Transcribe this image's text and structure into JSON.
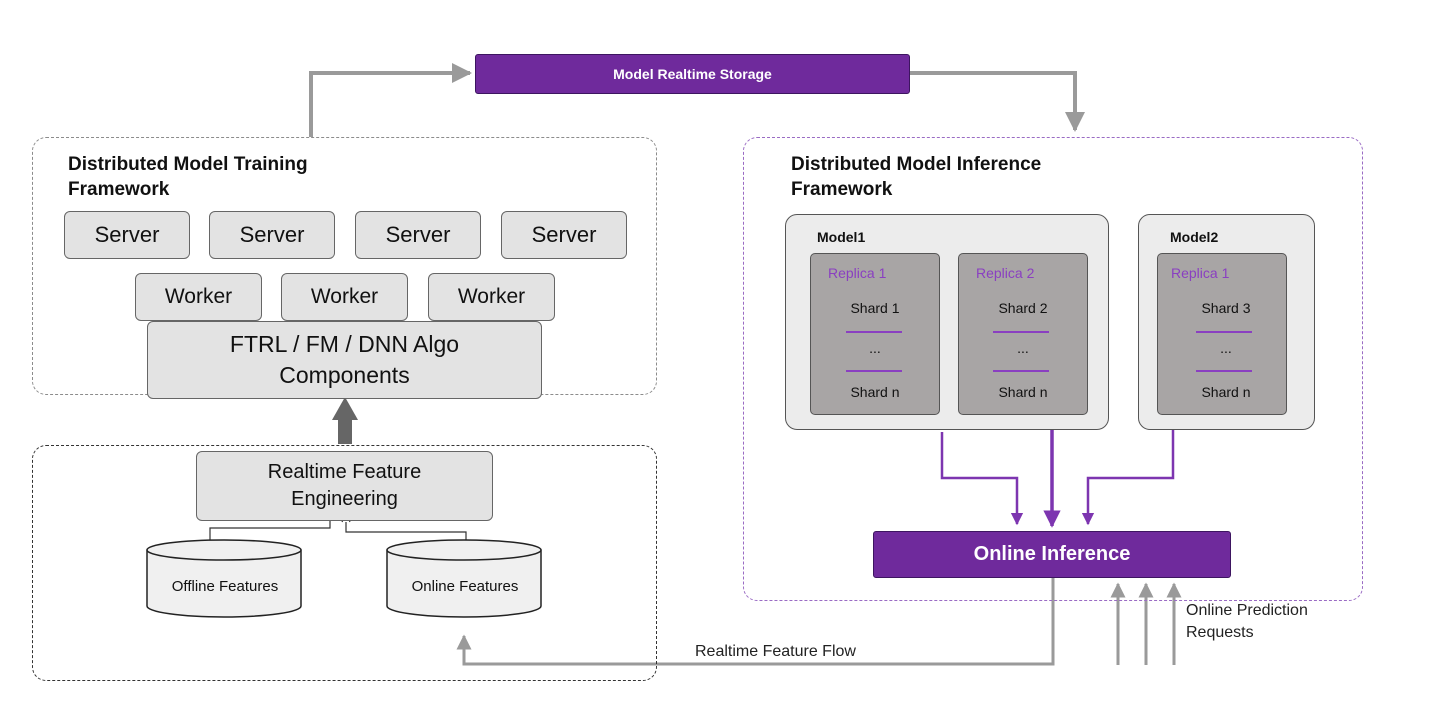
{
  "storage_label": "Model Realtime Storage",
  "training": {
    "title_line1": "Distributed Model Training",
    "title_line2": "Framework",
    "servers": [
      "Server",
      "Server",
      "Server",
      "Server"
    ],
    "workers": [
      "Worker",
      "Worker",
      "Worker"
    ],
    "algo_line1": "FTRL / FM / DNN Algo",
    "algo_line2": "Components"
  },
  "features": {
    "fe_line1": "Realtime Feature",
    "fe_line2": "Engineering",
    "offline": "Offline Features",
    "online": "Online Features"
  },
  "inference": {
    "title_line1": "Distributed Model Inference",
    "title_line2": "Framework",
    "model1": {
      "label": "Model1",
      "replicas": [
        {
          "title": "Replica 1",
          "shard_top": "Shard 1",
          "ellipsis": "...",
          "shard_bottom": "Shard n"
        },
        {
          "title": "Replica 2",
          "shard_top": "Shard 2",
          "ellipsis": "...",
          "shard_bottom": "Shard n"
        }
      ]
    },
    "model2": {
      "label": "Model2",
      "replicas": [
        {
          "title": "Replica 1",
          "shard_top": "Shard 3",
          "ellipsis": "...",
          "shard_bottom": "Shard n"
        }
      ]
    },
    "online_inference": "Online Inference"
  },
  "flow_label": "Realtime Feature Flow",
  "requests_line1": "Online Prediction",
  "requests_line2": "Requests",
  "colors": {
    "purple": "#6f2a9c",
    "grey_arrow": "#9a9a9a",
    "box_fill": "#e3e3e3"
  }
}
